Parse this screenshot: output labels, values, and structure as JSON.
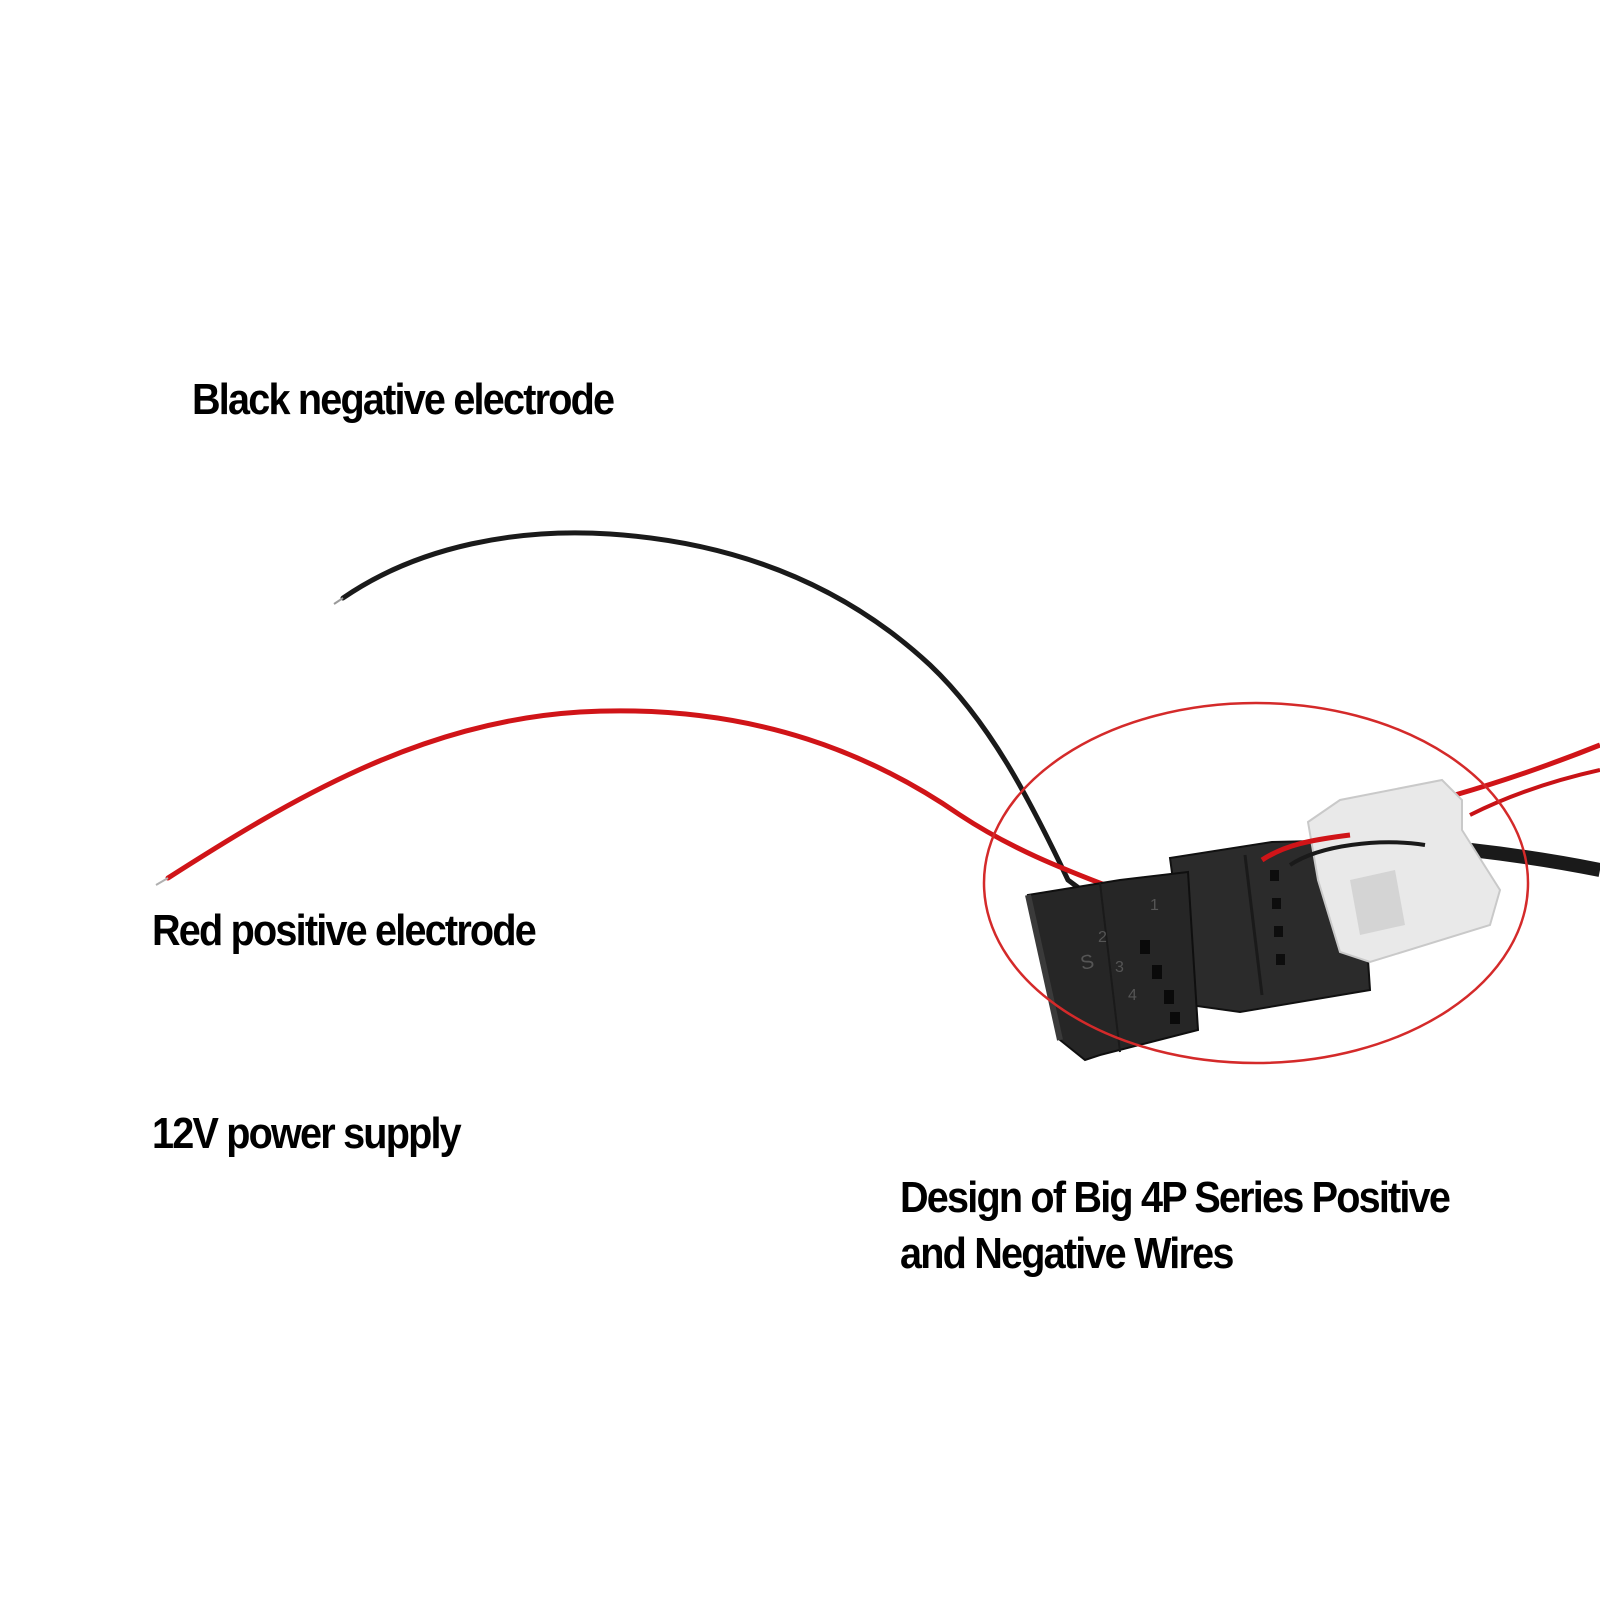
{
  "labels": {
    "black_wire": "Black negative electrode",
    "red_wire": "Red positive electrode",
    "power": "12V power supply",
    "design_line1": "Design of Big 4P Series Positive",
    "design_line2": "and Negative Wires"
  },
  "connector": {
    "front_numbers": [
      "1",
      "2",
      "3",
      "4"
    ],
    "marking": "S"
  },
  "colors": {
    "black_wire": "#1a1a1a",
    "red_wire": "#d01418",
    "highlight_circle": "#d42a2a",
    "connector_body": "#2b2b2b",
    "plug_housing": "#e8e8e8"
  }
}
